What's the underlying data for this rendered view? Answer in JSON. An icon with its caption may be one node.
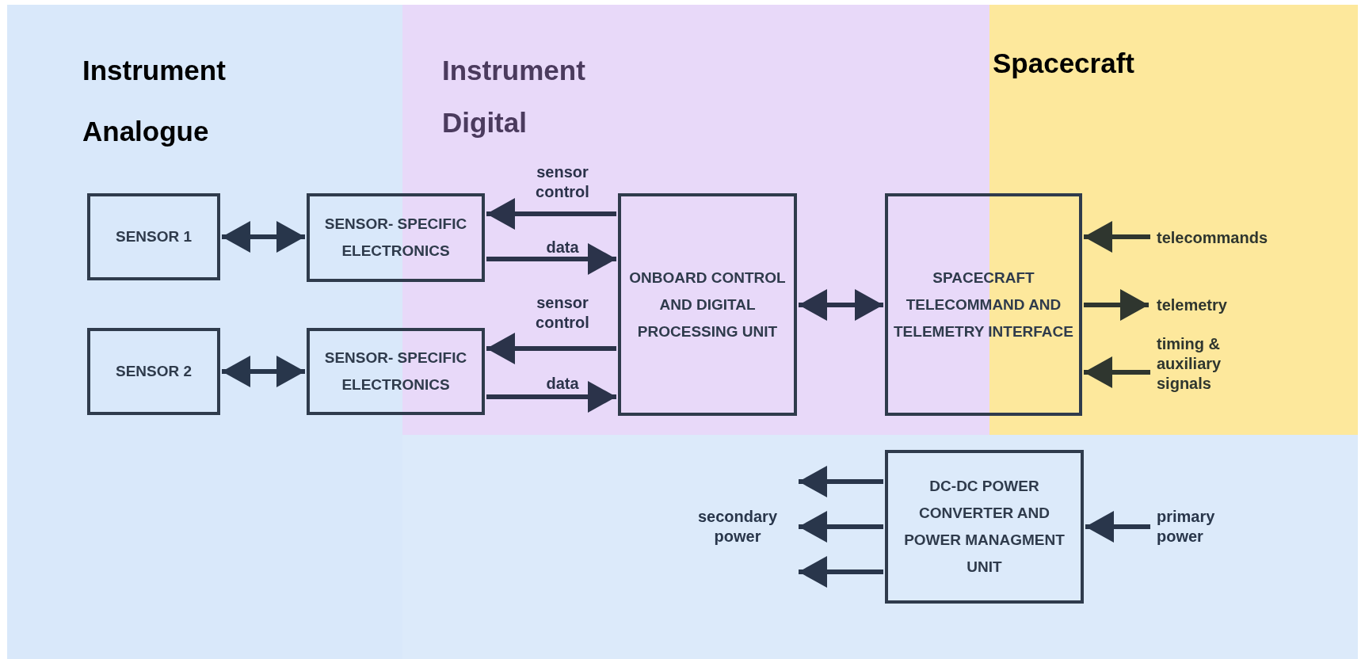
{
  "diagram": {
    "nodes": [
      {
        "text": [
          "Instrument Analogue"
        ]
      },
      {
        "text": [
          "Instrument Digital"
        ]
      },
      {
        "text": [
          "Spacecraft"
        ]
      },
      {
        "text": [
          "SENSOR 1"
        ],
        "in": 0
      },
      {
        "text": [
          "SENSOR- SPECIFIC ELECTRONICS"
        ]
      },
      {
        "text": [
          "SENSOR 2"
        ],
        "in": 0
      },
      {
        "text": [
          "SENSOR- SPECIFIC ELECTRONICS"
        ]
      },
      {
        "text": [
          "ONBOARD CONTROL AND DIGITAL PROCESSING UNIT"
        ],
        "in": 1
      },
      {
        "text": [
          "SPACECRAFT TELECOMMAND AND TELEMETRY INTERFACE"
        ]
      },
      {
        "text": [
          "DC-DC POWER CONVERTER AND POWER MANAGMENT UNIT"
        ]
      },
      {
        "text": [
          "telecommands"
        ],
        "in": 2
      },
      {
        "text": [
          "telemetry"
        ],
        "in": 2
      },
      {
        "text": [
          "timing & auxiliary signals"
        ],
        "in": 2
      },
      {
        "text": [
          "secondary power"
        ]
      },
      {
        "text": [
          "primary power"
        ]
      }
    ],
    "edges": [
      {
        "from": 3,
        "to": 4,
        "arrow": "both"
      },
      {
        "from": 7,
        "to": 4,
        "arrow": "to",
        "label": "sensor control"
      },
      {
        "from": 4,
        "to": 7,
        "arrow": "to",
        "label": "data"
      },
      {
        "from": 5,
        "to": 6,
        "arrow": "both"
      },
      {
        "from": 7,
        "to": 6,
        "arrow": "to",
        "label": "sensor control"
      },
      {
        "from": 6,
        "to": 7,
        "arrow": "to",
        "label": "data"
      },
      {
        "from": 7,
        "to": 8,
        "arrow": "both"
      },
      {
        "from": 10,
        "to": 8,
        "arrow": "to"
      },
      {
        "from": 8,
        "to": 11,
        "arrow": "to"
      },
      {
        "from": 12,
        "to": 8,
        "arrow": "to"
      },
      {
        "from": 9,
        "to": 13,
        "arrow": "to"
      },
      {
        "from": 9,
        "to": 13,
        "arrow": "to"
      },
      {
        "from": 9,
        "to": 13,
        "arrow": "to"
      },
      {
        "from": 14,
        "to": 9,
        "arrow": "to"
      }
    ]
  }
}
